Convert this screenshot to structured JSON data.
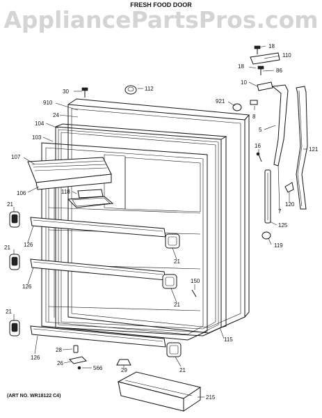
{
  "header": {
    "title": "FRESH FOOD DOOR",
    "watermark": "AppliancePartsPros.com"
  },
  "footer": {
    "art_no": "(ART NO. WR18122 C4)"
  },
  "callouts": {
    "c18a": "18",
    "c110": "110",
    "c18b": "18",
    "c86": "86",
    "c10": "10",
    "c30": "30",
    "c112": "112",
    "c910": "910",
    "c921": "921",
    "c8": "8",
    "c24": "24",
    "c104": "104",
    "c103": "103",
    "c5": "5",
    "c16": "16",
    "c121": "121",
    "c107": "107",
    "c106": "106",
    "c118": "118",
    "c120": "120",
    "c7": "7",
    "c21a": "21",
    "c125": "125",
    "c126a": "126",
    "c119": "119",
    "c21b": "21",
    "c21c": "21",
    "c150": "150",
    "c126b": "126",
    "c21d": "21",
    "c21e": "21",
    "c115": "115",
    "c28": "28",
    "c26": "26",
    "c566": "566",
    "c29": "29",
    "c126c": "126",
    "c21f": "21",
    "c215": "215"
  }
}
